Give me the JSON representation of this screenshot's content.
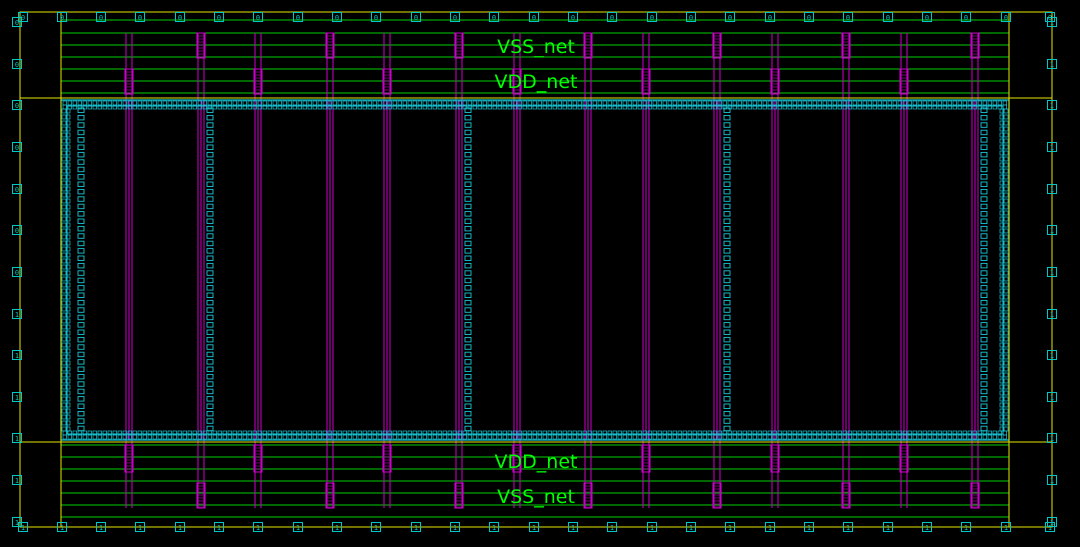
{
  "colors": {
    "background": "#000000",
    "boundary": "#e6e600",
    "rail": "#00d000",
    "strap": "#d000d0",
    "io_pin": "#00c8c8",
    "ring_via": "#18c8d8",
    "label": "#00ff00"
  },
  "labels": {
    "vss_top": "VSS_net",
    "vdd_top": "VDD_net",
    "vdd_bottom": "VDD_net",
    "vss_bottom": "VSS_net"
  },
  "pin_glyphs": {
    "zero": "0",
    "one": "1"
  }
}
